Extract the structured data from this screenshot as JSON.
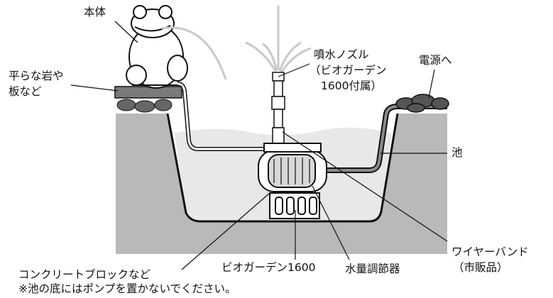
{
  "labels": {
    "body": "本体",
    "flat_rock_1": "平らな岩や",
    "flat_rock_2": "板など",
    "nozzle_1": "噴水ノズル",
    "nozzle_2": "（ビオガーデン",
    "nozzle_3": "1600付属）",
    "to_power": "電源へ",
    "pond": "池",
    "wire_band_1": "ワイヤーバンド",
    "wire_band_2": "（市販品）",
    "pump": "ビオガーデン1600",
    "flow_adjuster": "水量調節器",
    "concrete_block": "コンクリートブロックなど",
    "note": "※池の底にはポンプを置かないでください。"
  },
  "colors": {
    "ground": "#b9b9b9",
    "water": "#e8e8e8",
    "outline": "#111111",
    "frog": "#ffffff"
  }
}
